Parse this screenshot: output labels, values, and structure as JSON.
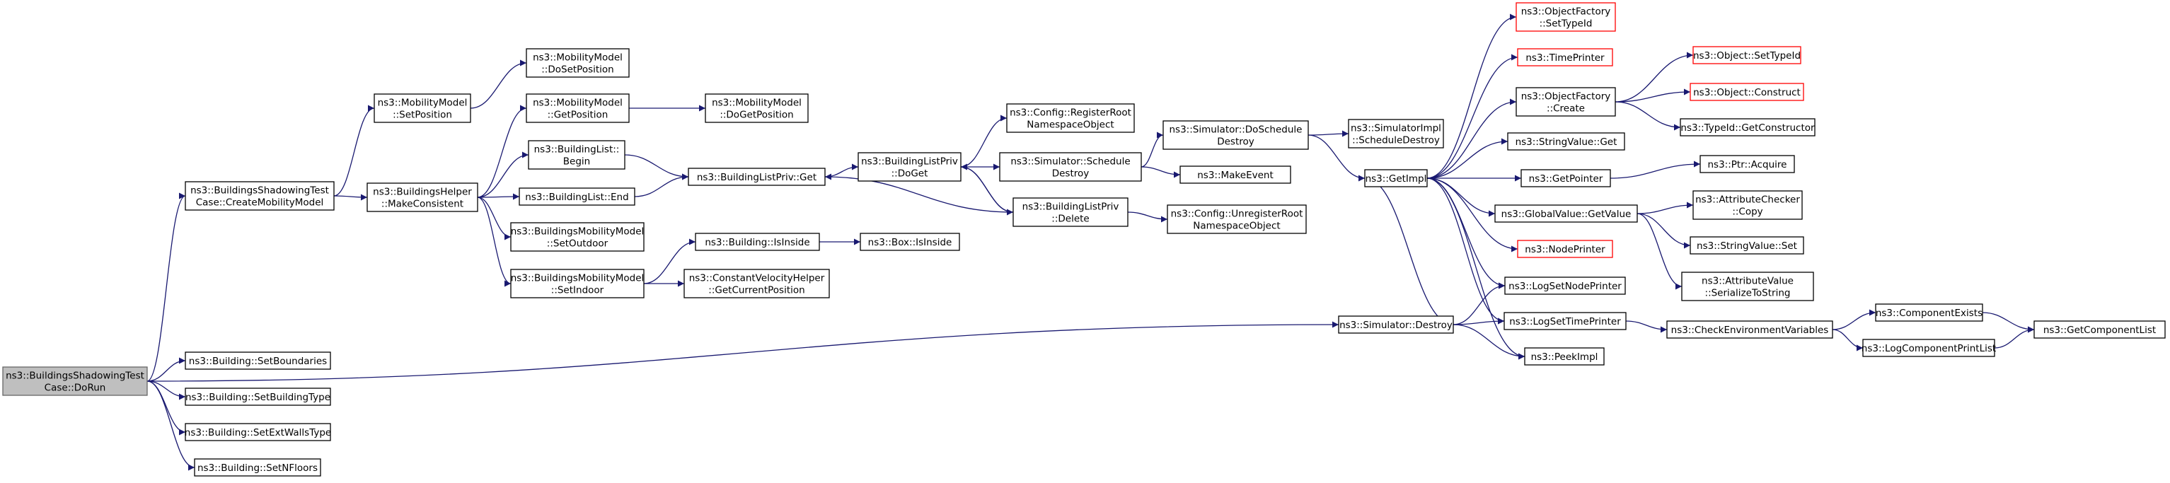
{
  "colors": {
    "edge": "#191970",
    "root_fill": "#bfbfbf",
    "truncated_border": "#ff0000",
    "border": "#000000"
  },
  "nodes": [
    {
      "id": "dorun",
      "lines": [
        "ns3::BuildingsShadowingTest",
        "Case::DoRun"
      ],
      "root": true
    },
    {
      "id": "createmob",
      "lines": [
        "ns3::BuildingsShadowingTest",
        "Case::CreateMobilityModel"
      ]
    },
    {
      "id": "setbounds",
      "lines": [
        "ns3::Building::SetBoundaries"
      ]
    },
    {
      "id": "setbtype",
      "lines": [
        "ns3::Building::SetBuildingType"
      ]
    },
    {
      "id": "setwalls",
      "lines": [
        "ns3::Building::SetExtWallsType"
      ]
    },
    {
      "id": "setfloors",
      "lines": [
        "ns3::Building::SetNFloors"
      ]
    },
    {
      "id": "mmsetpos",
      "lines": [
        "ns3::MobilityModel",
        "::SetPosition"
      ]
    },
    {
      "id": "makecons",
      "lines": [
        "ns3::BuildingsHelper",
        "::MakeConsistent"
      ]
    },
    {
      "id": "mmdoset",
      "lines": [
        "ns3::MobilityModel",
        "::DoSetPosition"
      ]
    },
    {
      "id": "mmgetpos",
      "lines": [
        "ns3::MobilityModel",
        "::GetPosition"
      ]
    },
    {
      "id": "blbegin",
      "lines": [
        "ns3::BuildingList::",
        "Begin"
      ]
    },
    {
      "id": "blend",
      "lines": [
        "ns3::BuildingList::End"
      ]
    },
    {
      "id": "bmmout",
      "lines": [
        "ns3::BuildingsMobilityModel",
        "::SetOutdoor"
      ]
    },
    {
      "id": "bmmin",
      "lines": [
        "ns3::BuildingsMobilityModel",
        "::SetIndoor"
      ]
    },
    {
      "id": "mmdoget",
      "lines": [
        "ns3::MobilityModel",
        "::DoGetPosition"
      ]
    },
    {
      "id": "blpget",
      "lines": [
        "ns3::BuildingListPriv::Get"
      ]
    },
    {
      "id": "isinside",
      "lines": [
        "ns3::Building::IsInside"
      ]
    },
    {
      "id": "cvhelper",
      "lines": [
        "ns3::ConstantVelocityHelper",
        "::GetCurrentPosition"
      ]
    },
    {
      "id": "boxinside",
      "lines": [
        "ns3::Box::IsInside"
      ]
    },
    {
      "id": "blpdoget",
      "lines": [
        "ns3::BuildingListPriv",
        "::DoGet"
      ]
    },
    {
      "id": "regroot",
      "lines": [
        "ns3::Config::RegisterRoot",
        "NamespaceObject"
      ]
    },
    {
      "id": "simsched",
      "lines": [
        "ns3::Simulator::Schedule",
        "Destroy"
      ]
    },
    {
      "id": "blpdel",
      "lines": [
        "ns3::BuildingListPriv",
        "::Delete"
      ]
    },
    {
      "id": "simdosched",
      "lines": [
        "ns3::Simulator::DoSchedule",
        "Destroy"
      ]
    },
    {
      "id": "makeevent",
      "lines": [
        "ns3::MakeEvent"
      ]
    },
    {
      "id": "unregroot",
      "lines": [
        "ns3::Config::UnregisterRoot",
        "NamespaceObject"
      ]
    },
    {
      "id": "simimplsched",
      "lines": [
        "ns3::SimulatorImpl",
        "::ScheduleDestroy"
      ]
    },
    {
      "id": "getimpl",
      "lines": [
        "ns3::GetImpl"
      ]
    },
    {
      "id": "simdestroy",
      "lines": [
        "ns3::Simulator::Destroy"
      ]
    },
    {
      "id": "ofsettid",
      "lines": [
        "ns3::ObjectFactory",
        "::SetTypeId"
      ],
      "truncated": true
    },
    {
      "id": "timeprinter",
      "lines": [
        "ns3::TimePrinter"
      ],
      "truncated": true
    },
    {
      "id": "ofcreate",
      "lines": [
        "ns3::ObjectFactory",
        "::Create"
      ]
    },
    {
      "id": "svget",
      "lines": [
        "ns3::StringValue::Get"
      ]
    },
    {
      "id": "getpointer",
      "lines": [
        "ns3::GetPointer"
      ]
    },
    {
      "id": "gvgetval",
      "lines": [
        "ns3::GlobalValue::GetValue"
      ]
    },
    {
      "id": "nodeprinter",
      "lines": [
        "ns3::NodePrinter"
      ],
      "truncated": true
    },
    {
      "id": "logsetnode",
      "lines": [
        "ns3::LogSetNodePrinter"
      ]
    },
    {
      "id": "logsettime",
      "lines": [
        "ns3::LogSetTimePrinter"
      ]
    },
    {
      "id": "peekimpl",
      "lines": [
        "ns3::PeekImpl"
      ]
    },
    {
      "id": "objsettid",
      "lines": [
        "ns3::Object::SetTypeId"
      ],
      "truncated": true
    },
    {
      "id": "objconstruct",
      "lines": [
        "ns3::Object::Construct"
      ],
      "truncated": true
    },
    {
      "id": "tidgetctor",
      "lines": [
        "ns3::TypeId::GetConstructor"
      ]
    },
    {
      "id": "ptracquire",
      "lines": [
        "ns3::Ptr::Acquire"
      ]
    },
    {
      "id": "attrcheck",
      "lines": [
        "ns3::AttributeChecker",
        "::Copy"
      ]
    },
    {
      "id": "svset",
      "lines": [
        "ns3::StringValue::Set"
      ]
    },
    {
      "id": "attrval",
      "lines": [
        "ns3::AttributeValue",
        "::SerializeToString"
      ]
    },
    {
      "id": "checkenv",
      "lines": [
        "ns3::CheckEnvironmentVariables"
      ]
    },
    {
      "id": "compexists",
      "lines": [
        "ns3::ComponentExists"
      ]
    },
    {
      "id": "logcompprint",
      "lines": [
        "ns3::LogComponentPrintList"
      ]
    },
    {
      "id": "getcomplist",
      "lines": [
        "ns3::GetComponentList"
      ]
    }
  ],
  "edges": [
    [
      "dorun",
      "createmob"
    ],
    [
      "dorun",
      "setbounds"
    ],
    [
      "dorun",
      "setbtype"
    ],
    [
      "dorun",
      "setwalls"
    ],
    [
      "dorun",
      "setfloors"
    ],
    [
      "dorun",
      "simdestroy"
    ],
    [
      "createmob",
      "mmsetpos"
    ],
    [
      "createmob",
      "makecons"
    ],
    [
      "mmsetpos",
      "mmdoset"
    ],
    [
      "makecons",
      "mmgetpos"
    ],
    [
      "makecons",
      "blbegin"
    ],
    [
      "makecons",
      "blend"
    ],
    [
      "makecons",
      "bmmout"
    ],
    [
      "makecons",
      "bmmin"
    ],
    [
      "mmgetpos",
      "mmdoget"
    ],
    [
      "blbegin",
      "blpget"
    ],
    [
      "blend",
      "blpget"
    ],
    [
      "bmmin",
      "isinside"
    ],
    [
      "bmmin",
      "cvhelper"
    ],
    [
      "isinside",
      "boxinside"
    ],
    [
      "blpget",
      "blpdoget"
    ],
    [
      "blpdoget",
      "regroot"
    ],
    [
      "blpdoget",
      "simsched"
    ],
    [
      "blpdoget",
      "blpdel"
    ],
    [
      "blpdel",
      "blpget"
    ],
    [
      "blpdel",
      "blpdoget"
    ],
    [
      "blpdel",
      "unregroot"
    ],
    [
      "simsched",
      "simdosched"
    ],
    [
      "simsched",
      "makeevent"
    ],
    [
      "simdosched",
      "simimplsched"
    ],
    [
      "simdosched",
      "getimpl"
    ],
    [
      "simdestroy",
      "getimpl"
    ],
    [
      "simdestroy",
      "logsetnode"
    ],
    [
      "simdestroy",
      "logsettime"
    ],
    [
      "simdestroy",
      "peekimpl"
    ],
    [
      "getimpl",
      "ofsettid"
    ],
    [
      "getimpl",
      "timeprinter"
    ],
    [
      "getimpl",
      "ofcreate"
    ],
    [
      "getimpl",
      "svget"
    ],
    [
      "getimpl",
      "getpointer"
    ],
    [
      "getimpl",
      "gvgetval"
    ],
    [
      "getimpl",
      "nodeprinter"
    ],
    [
      "getimpl",
      "logsetnode"
    ],
    [
      "getimpl",
      "logsettime"
    ],
    [
      "getimpl",
      "peekimpl"
    ],
    [
      "ofcreate",
      "objsettid"
    ],
    [
      "ofcreate",
      "objconstruct"
    ],
    [
      "ofcreate",
      "tidgetctor"
    ],
    [
      "getpointer",
      "ptracquire"
    ],
    [
      "gvgetval",
      "attrcheck"
    ],
    [
      "gvgetval",
      "svset"
    ],
    [
      "gvgetval",
      "attrval"
    ],
    [
      "logsettime",
      "checkenv"
    ],
    [
      "checkenv",
      "compexists"
    ],
    [
      "checkenv",
      "logcompprint"
    ],
    [
      "compexists",
      "getcomplist"
    ],
    [
      "logcompprint",
      "getcomplist"
    ]
  ]
}
